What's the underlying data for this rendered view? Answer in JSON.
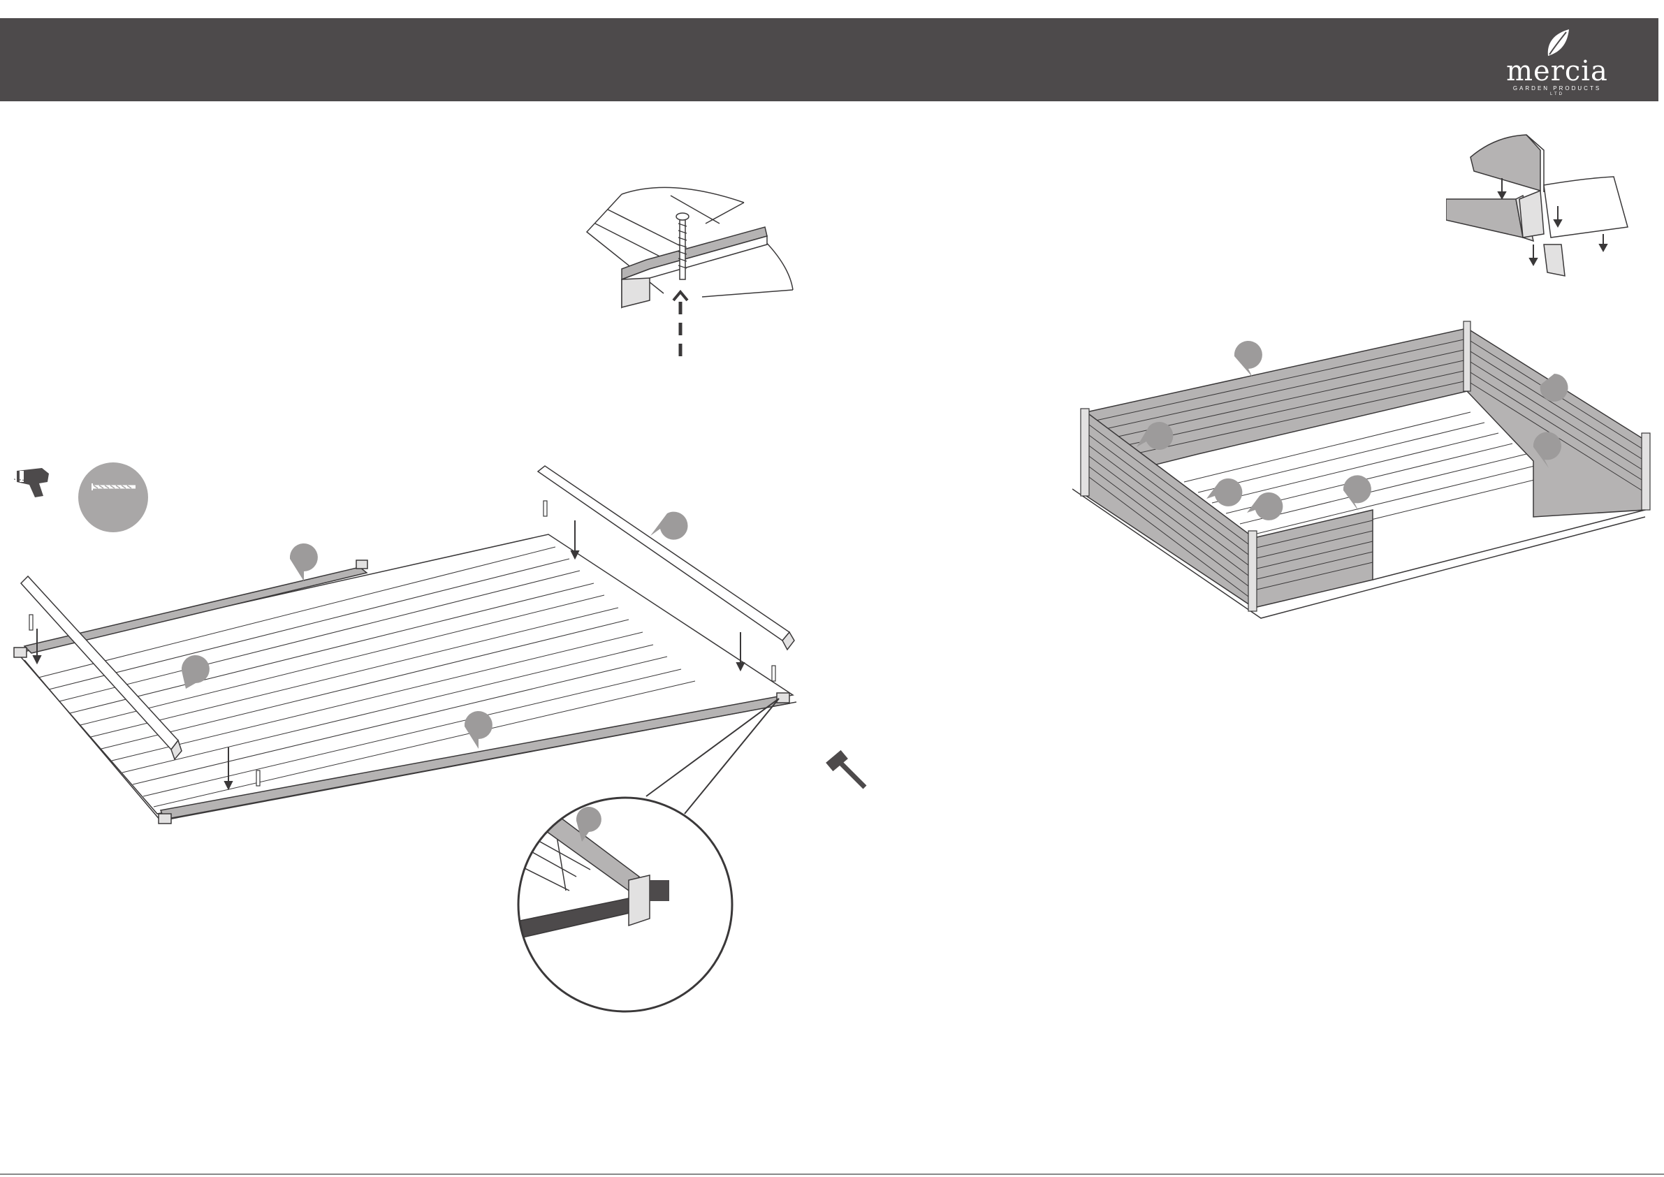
{
  "header": {
    "background": "#4d4a4b",
    "brand_name": "mercia",
    "brand_tagline": "GARDEN PRODUCTS",
    "brand_suffix": "LTD"
  },
  "icons": {
    "drill": "drill-icon",
    "screw": "screw-icon",
    "mallet": "mallet-icon",
    "callout_marker": "callout-marker-icon"
  },
  "colors": {
    "part_fill": "#b5b3b3",
    "line": "#3a3839",
    "marker": "#9d9b9b"
  }
}
